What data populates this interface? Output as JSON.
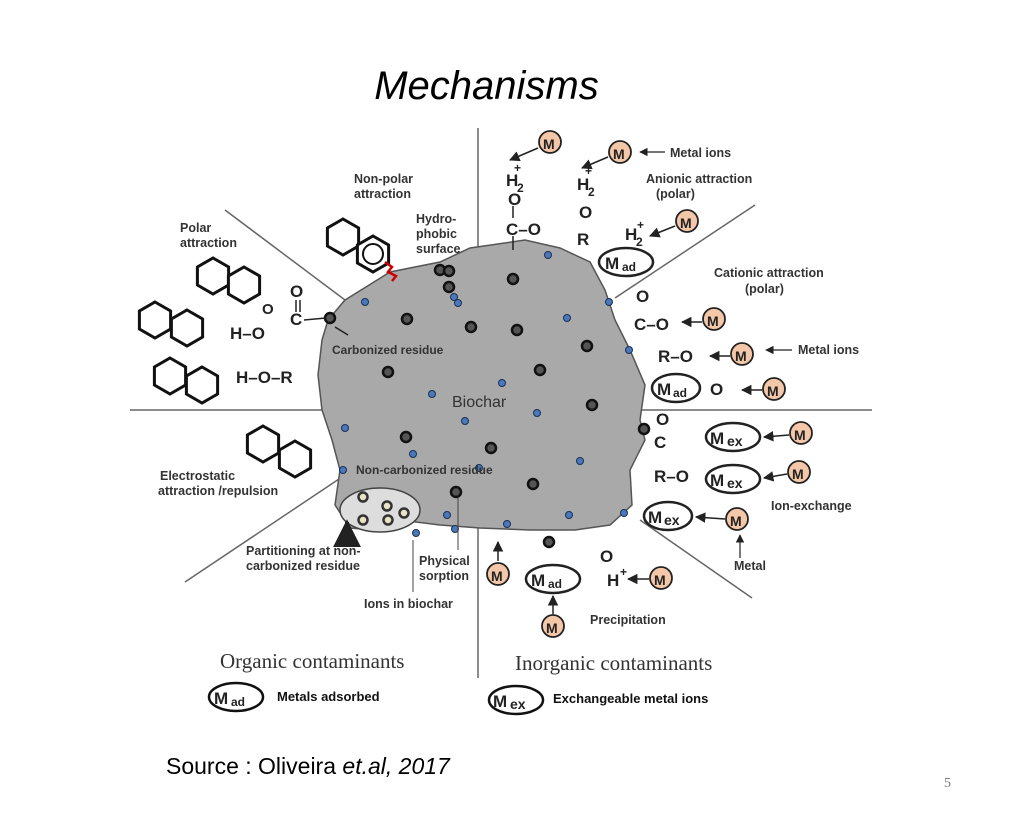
{
  "title": "Mechanisms",
  "source": {
    "prefix": "Source : Oliveira ",
    "italic": "et.al, 2017"
  },
  "page_number": "5",
  "diagram": {
    "center_label": "Biochar",
    "carbonized_residue": "Carbonized residue",
    "non_carbonized_residue": "Non-carbonized residue",
    "left_labels": {
      "non_polar_1": "Non-polar",
      "non_polar_2": "attraction",
      "hydro_1": "Hydro-",
      "hydro_2": "phobic",
      "hydro_3": "surface",
      "polar_1": "Polar",
      "polar_2": "attraction",
      "electro_1": "Electrostatic",
      "electro_2": "attraction /repulsion",
      "partition_1": "Partitioning at non-",
      "partition_2": "carbonized residue",
      "physical_1": "Physical",
      "physical_2": "sorption",
      "ions": "Ions in biochar"
    },
    "right_labels": {
      "metal_ions_top": "Metal ions",
      "anionic_1": "Anionic attraction",
      "anionic_2": "(polar)",
      "cationic_1": "Cationic attraction",
      "cationic_2": "(polar)",
      "metal_ions_mid": "Metal ions",
      "ion_exchange": "Ion-exchange",
      "metal": "Metal",
      "precipitation": "Precipitation"
    },
    "section_labels": {
      "organic": "Organic contaminants",
      "inorganic": "Inorganic contaminants"
    },
    "legend": {
      "mad_label": "Metals adsorbed",
      "mex_label": "Exchangeable metal ions"
    },
    "symbols": {
      "M": "M",
      "ad": "ad",
      "ex": "ex",
      "H": "H",
      "O": "O",
      "C": "C",
      "R": "R",
      "two": "2",
      "plus": "+",
      "minus": "−",
      "ho": "H–O",
      "hor": "H–O–R",
      "co_minus": "C–O",
      "ro_minus": "R–O",
      "ro": "R–O"
    }
  }
}
